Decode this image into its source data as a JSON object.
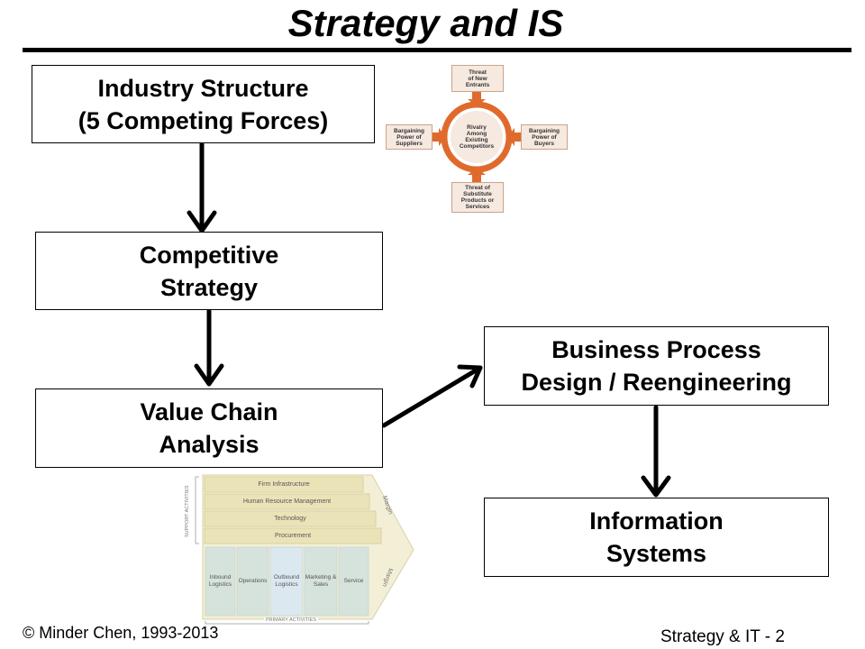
{
  "title": "Strategy and IS",
  "boxes": {
    "industry_structure": {
      "line1": "Industry Structure",
      "line2": "(5 Competing Forces)"
    },
    "competitive_strategy": {
      "line1": "Competitive",
      "line2": "Strategy"
    },
    "value_chain_analysis": {
      "line1": "Value Chain",
      "line2": "Analysis"
    },
    "business_process": {
      "line1": "Business Process",
      "line2": "Design / Reengineering"
    },
    "information_systems": {
      "line1": "Information",
      "line2": "Systems"
    }
  },
  "five_forces": {
    "center": [
      "Rivalry",
      "Among",
      "Existing",
      "Competitors"
    ],
    "top": [
      "Threat",
      "of New",
      "Entrants"
    ],
    "left": [
      "Bargaining",
      "Power of",
      "Suppliers"
    ],
    "right": [
      "Bargaining",
      "Power of",
      "Buyers"
    ],
    "bottom": [
      "Threat of",
      "Substitute",
      "Products or",
      "Services"
    ],
    "accent_color": "#e06a2c"
  },
  "value_chain": {
    "support": [
      "Firm Infrastructure",
      "Human Resource Management",
      "Technology",
      "Procurement"
    ],
    "support_label": "SUPPORT ACTIVITIES",
    "primary": [
      [
        "Inbound",
        "Logistics"
      ],
      [
        "Operations"
      ],
      [
        "Outbound",
        "Logistics"
      ],
      [
        "Marketing &",
        "Sales"
      ],
      [
        "Service"
      ]
    ],
    "primary_label": "PRIMARY ACTIVITIES",
    "margin_label": "Margin"
  },
  "footer": {
    "copyright": "© Minder Chen, 1993-2013",
    "slide_ref": "Strategy & IT - 2"
  }
}
